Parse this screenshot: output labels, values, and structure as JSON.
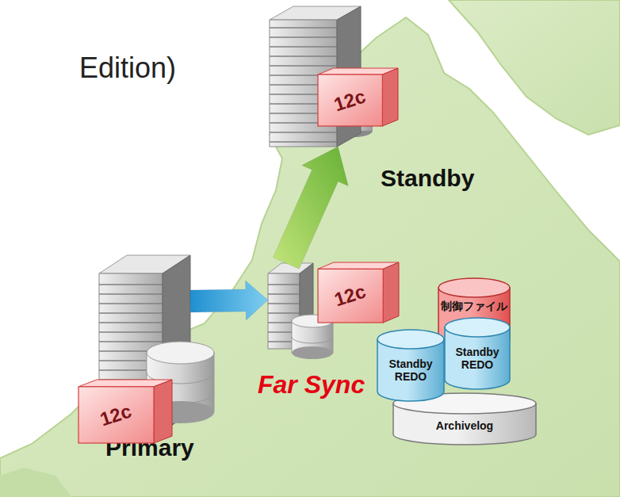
{
  "diagram": {
    "nodes": [
      {
        "text": [
          "Standby"
        ]
      },
      {
        "text": [
          "12c"
        ],
        "in": 0
      },
      {
        "text": [
          "Primary"
        ]
      },
      {
        "text": [
          "12c"
        ],
        "in": 2
      },
      {
        "text": [
          "Far Sync"
        ]
      },
      {
        "text": [
          "12c"
        ],
        "in": 4
      },
      {
        "text": [
          "制御ファイル"
        ]
      },
      {
        "text": [
          "Standby REDO"
        ]
      },
      {
        "text": [
          "Standby REDO"
        ]
      },
      {
        "text": [
          "Archivelog"
        ]
      }
    ],
    "edges": [
      {
        "from": 2,
        "to": 4,
        "arrow": "to"
      },
      {
        "from": 4,
        "to": 0,
        "arrow": "to"
      }
    ],
    "labels": [
      "Edition)"
    ]
  }
}
